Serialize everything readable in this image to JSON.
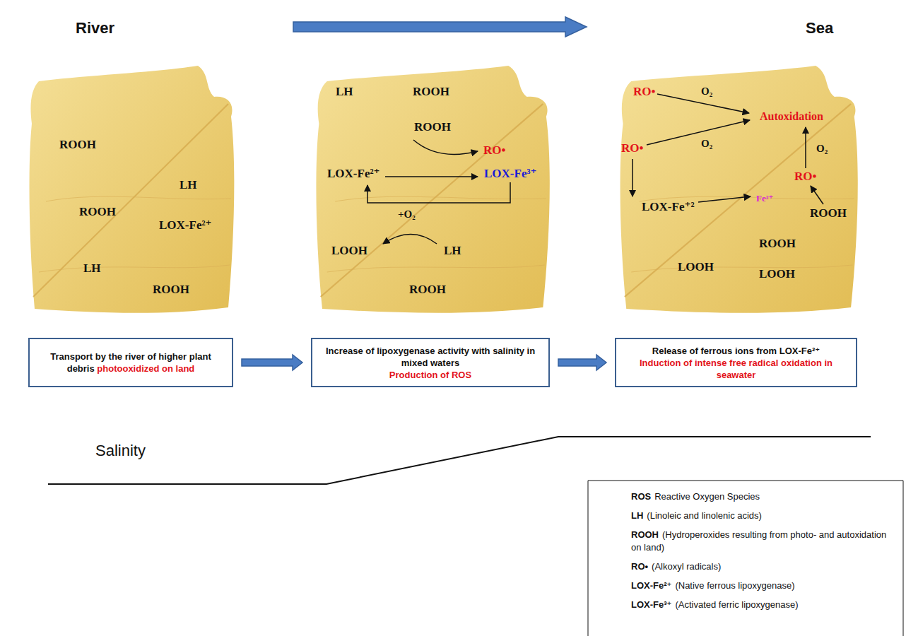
{
  "diagram": {
    "nodes": [
      {
        "text": [
          "Transport by the river of higher plant debris",
          "photooxidized on land"
        ]
      },
      {
        "text": [
          "Increase of lipoxygenase activity with salinity in mixed waters",
          "Production of ROS"
        ]
      },
      {
        "text": [
          "Release of ferrous ions from LOX-Fe²⁺",
          "Induction of intense free radical oxidation in seawater"
        ]
      }
    ],
    "edges": [
      {
        "from": 0,
        "to": 1,
        "arrow": "to"
      },
      {
        "from": 1,
        "to": 2,
        "arrow": "to"
      }
    ],
    "labels": [
      "River",
      "Sea",
      "ROOH",
      "ROOH",
      "LH",
      "LOX-Fe²⁺",
      "LH",
      "ROOH",
      "LH",
      "ROOH",
      "ROOH",
      "RO•",
      "LOX-Fe²⁺",
      "LOX-Fe³⁺",
      "+O₂",
      "LOOH",
      "LH",
      "ROOH",
      "RO•",
      "O₂",
      "Autoxidation",
      "O₂",
      "RO•",
      "O₂",
      "RO•",
      "LOX-Fe⁺²",
      "Fe²⁺",
      "ROOH",
      "ROOH",
      "LOOH",
      "LOOH",
      "Salinity",
      "ROS",
      "Reactive Oxygen Species",
      "LH",
      "(Linoleic and linolenic acids)",
      "ROOH",
      "(Hydroperoxides resulting from photo- and autoxidation on land)",
      "RO•",
      "(Alkoxyl radicals)",
      "LOX-Fe²⁺",
      "(Native ferrous lipoxygenase)",
      "LOX-Fe³⁺",
      "(Activated ferric lipoxygenase)"
    ]
  }
}
